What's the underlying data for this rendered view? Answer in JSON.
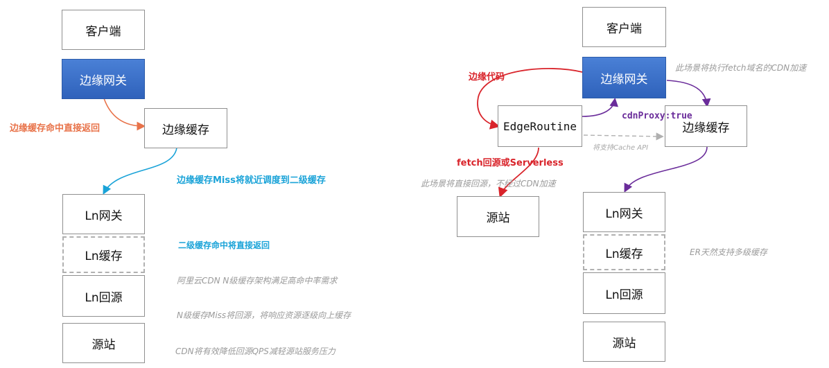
{
  "left": {
    "client": "客户端",
    "edge_gateway": "边缘网关",
    "edge_cache": "边缘缓存",
    "ln_gateway": "Ln网关",
    "ln_cache": "Ln缓存",
    "ln_origin_back": "Ln回源",
    "origin": "源站",
    "label_edge_hit": "边缘缓存命中直接返回",
    "label_miss": "边缘缓存Miss将就近调度到二级缓存",
    "label_l2_hit": "二级缓存命中将直接返回",
    "note_1": "阿里云CDN N级缓存架构满足高命中率需求",
    "note_2": "N级缓存Miss将回源，将响应资源逐级向上缓存",
    "note_3": "CDN将有效降低回源QPS减轻源站服务压力"
  },
  "right": {
    "client": "客户端",
    "edge_gateway": "边缘网关",
    "edge_routine": "EdgeRoutine",
    "edge_cache": "边缘缓存",
    "origin": "源站",
    "ln_gateway": "Ln网关",
    "ln_cache": "Ln缓存",
    "ln_origin_back": "Ln回源",
    "origin_bottom": "源站",
    "label_edge_code": "边缘代码",
    "label_fetch": "fetch回源或Serverless",
    "label_cdnproxy": "cdnProxy:true",
    "label_cache_api": "将支持Cache API",
    "note_fetch_domain": "此场景将执行fetch域名的CDN加速",
    "note_direct": "此场景将直接回源，不经过CDN加速",
    "note_er": "ER天然支持多级缓存"
  },
  "colors": {
    "orange": "#e8734a",
    "cyan": "#1aa3d8",
    "red": "#d9242b",
    "purple": "#6a2c9a",
    "blue_box": "#3a6cc6"
  }
}
